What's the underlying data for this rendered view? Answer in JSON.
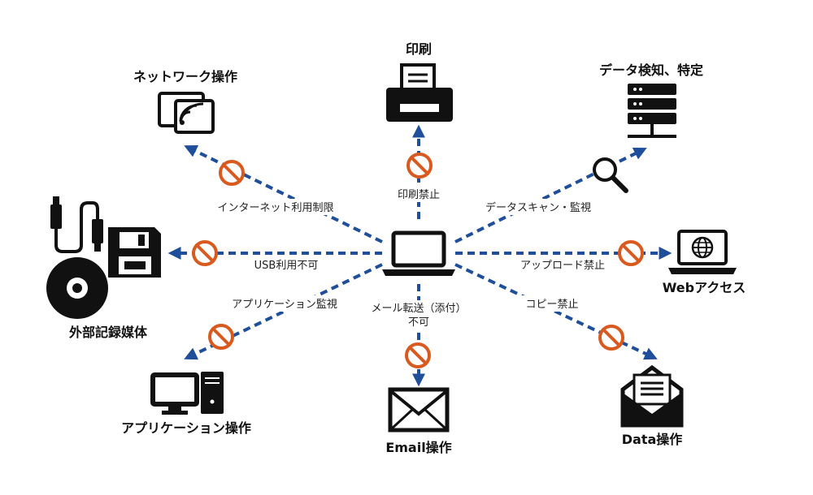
{
  "nodes": {
    "center": "",
    "print": "印刷",
    "network": "ネットワーク操作",
    "data_detect": "データ検知、特定",
    "media": "外部記録媒体",
    "web": "Webアクセス",
    "application": "アプリケーション操作",
    "email": "Email操作",
    "data_op": "Data操作"
  },
  "edges": {
    "print": "印刷禁止",
    "network": "インターネット利用制限",
    "data_detect": "データスキャン・監視",
    "media": "USB利用不可",
    "web": "アップロード禁止",
    "application": "アプリケーション監視",
    "email_line1": "メール転送（添付）",
    "email_line2": "不可",
    "data_op": "コピー禁止"
  },
  "colors": {
    "arrow": "#1f4e9a",
    "prohibit": "#d85a1e",
    "icon": "#111111"
  }
}
